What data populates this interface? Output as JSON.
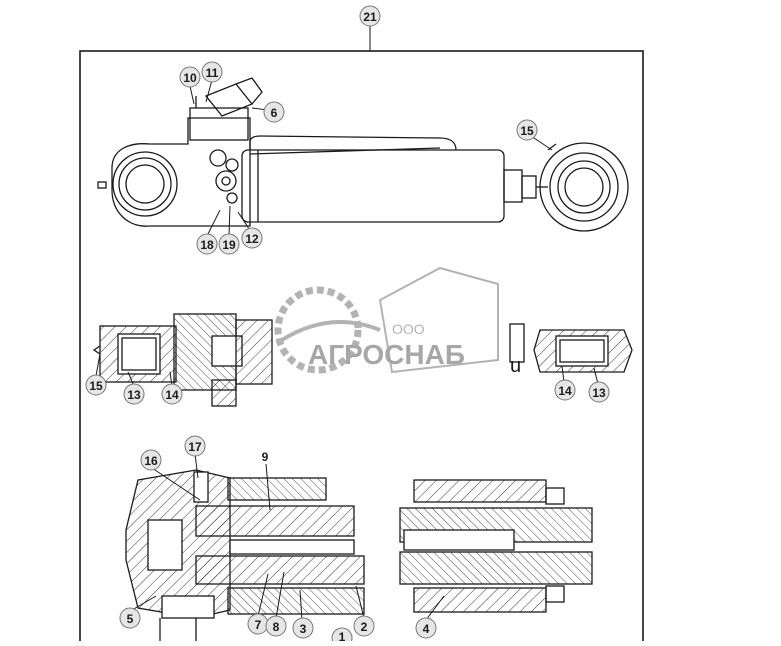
{
  "diagram": {
    "callouts": {
      "c21": "21",
      "c11": "11",
      "c10": "10",
      "c6": "6",
      "c15a": "15",
      "c18": "18",
      "c19": "19",
      "c12": "12",
      "c15b": "15",
      "c13a": "13",
      "c14a": "14",
      "c14b": "14",
      "c13b": "13",
      "c17": "17",
      "c16": "16",
      "c9": "9",
      "c5": "5",
      "c7": "7",
      "c8": "8",
      "c3": "3",
      "c1": "1",
      "c2": "2",
      "c4": "4"
    },
    "stray_char": "u"
  },
  "watermark": {
    "company_prefix": "ООО",
    "company_name": "АГРОСНАБ"
  },
  "colors": {
    "line": "#1a1a1a",
    "callout_fill": "#e6e6e6",
    "watermark": "#9a9a9a"
  }
}
